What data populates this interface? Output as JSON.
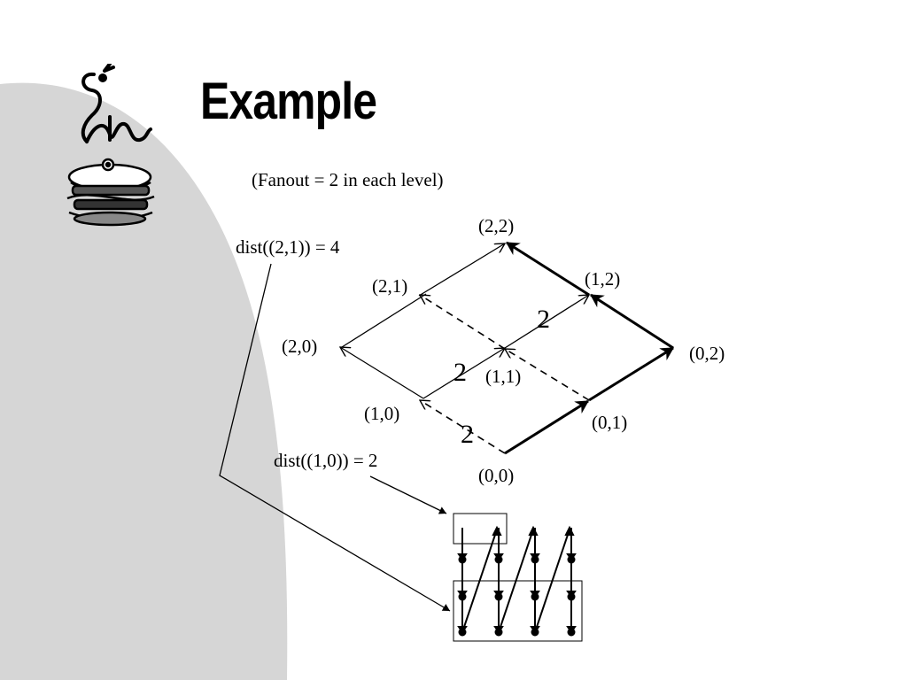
{
  "title": "Example",
  "subtitle": "(Fanout = 2 in each level)",
  "nodes": {
    "n22": "(2,2)",
    "n21": "(2,1)",
    "n12": "(1,2)",
    "n20": "(2,0)",
    "n11": "(1,1)",
    "n02": "(0,2)",
    "n10": "(1,0)",
    "n01": "(0,1)",
    "n00": "(0,0)"
  },
  "annotations": {
    "dist21": "dist((2,1)) = 4",
    "dist10": "dist((1,0)) = 2"
  },
  "edge_weights": [
    "2",
    "2",
    "2"
  ]
}
